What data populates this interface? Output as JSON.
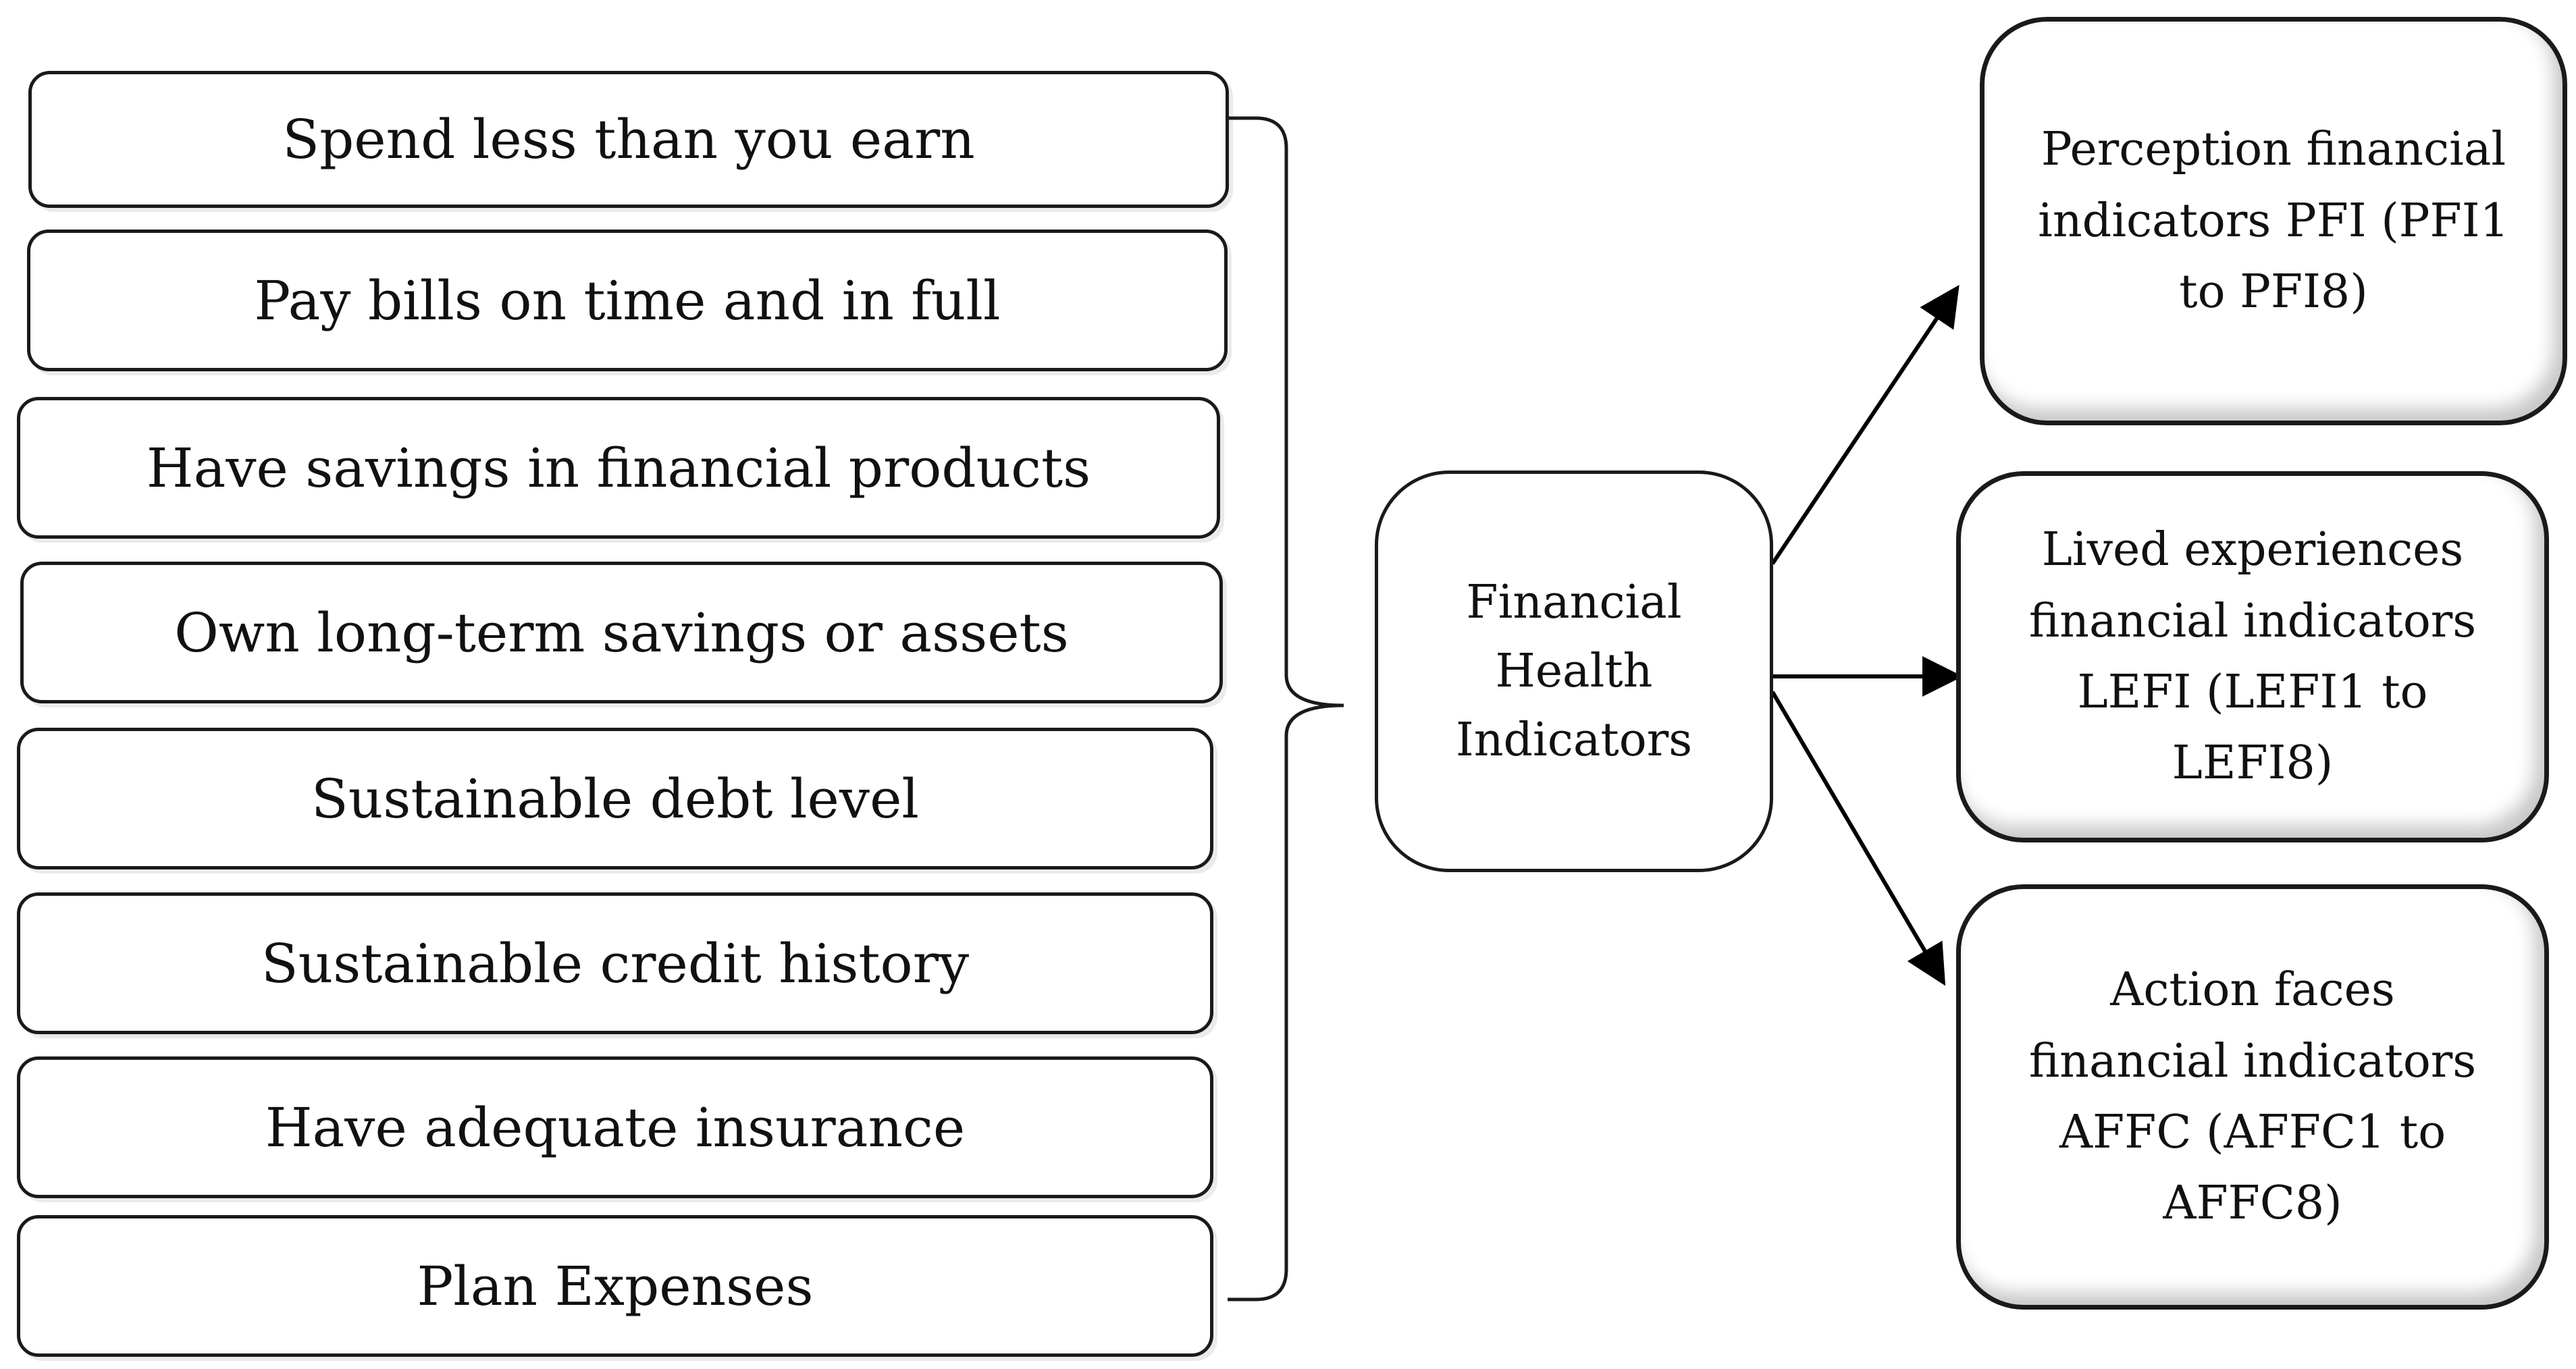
{
  "left_items": [
    "Spend less than you earn",
    "Pay bills on time and in full",
    "Have savings in financial products",
    "Own long-term savings or assets",
    "Sustainable debt level",
    "Sustainable credit history",
    "Have adequate insurance",
    "Plan Expenses"
  ],
  "center": {
    "label": "Financial\nHealth\nIndicators"
  },
  "right_items": [
    "Perception financial\nindicators PFI (PFI1\nto PFI8)",
    "Lived experiences\nfinancial indicators\nLEFI (LEFI1 to\nLEFI8)",
    "Action faces\nfinancial indicators\nAFFC (AFFC1 to\nAFFC8)"
  ]
}
